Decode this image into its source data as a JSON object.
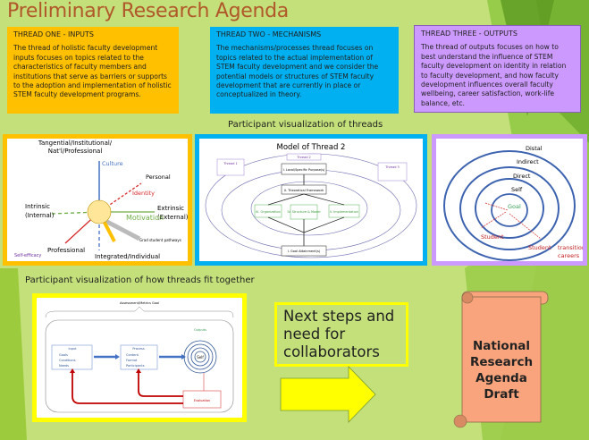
{
  "title": "Preliminary Research Agenda",
  "threads": [
    {
      "heading": "THREAD ONE - INPUTS",
      "body": "The thread of holistic faculty development inputs focuses on topics related to the characteristics of faculty members and institutions that serve as barriers or supports to the adoption and implementation of holistic STEM faculty development programs.",
      "color": "#ffc000"
    },
    {
      "heading": "THREAD TWO - MECHANISMS",
      "body": "The mechanisms/processes thread focuses on topics related to the actual implementation of STEM faculty development and we consider the potential models or structures of STEM faculty development that are currently in place or conceptualized in theory.",
      "color": "#00b0f0"
    },
    {
      "heading": "THREAD THREE - OUTPUTS",
      "body": "The thread of outputs focuses on  how to best understand the influence of STEM faculty development on identity in relation to faculty development, and how faculty development influences overall faculty wellbeing, career satisfaction, work-life balance, etc.",
      "color": "#cc99ff"
    }
  ],
  "caption_threads": "Participant visualization of threads",
  "caption_fit": "Participant visualization of how threads fit together",
  "viz1": {
    "top": "Tangential/Institutional/",
    "top2": "Nat'l/Professional",
    "culture": "Culture",
    "personal": "Personal",
    "identity": "Identity",
    "intrinsic": "Intrinsic",
    "internal": "(Internal)",
    "extrinsic": "Extrinsic",
    "external": "(External)",
    "motivation": "Motivation",
    "professional": "Professional",
    "bottom": "Integrated/Individual",
    "selfefficacy": "Self-efficacy",
    "grad": "Grad student pathways"
  },
  "viz2": {
    "title": "Model of Thread 2",
    "thread2": "Thread 2",
    "thread1": "Thread 1",
    "thread3": "Thread 3",
    "purpose": "I. Local/Specific Purpose(s)",
    "framework": "II. Theoretical Framework",
    "org": "III. Organization",
    "struct": "IV. Structure & Model",
    "impl": "V. Implementation",
    "goal": "I. Goal Attainment(s)"
  },
  "viz3": {
    "distal": "Distal",
    "indirect": "Indirect",
    "direct": "Direct",
    "self": "Self",
    "goal": "Goal",
    "student": "Student",
    "student2": "Student",
    "transition": "transition to",
    "careers": "careers"
  },
  "viz4": {
    "top": "Assessment/Metrics Goal",
    "outputs": "Outputs",
    "input": "Input",
    "input_items": [
      "Goals",
      "Conditions",
      "Needs"
    ],
    "process": "Process",
    "process_items": [
      "Content",
      "Format",
      "Participants"
    ],
    "self": "Self",
    "evaluation": "Evaluation"
  },
  "next_steps": "Next steps and need for collaborators",
  "scroll_text": [
    "National",
    "Research",
    "Agenda",
    "Draft"
  ]
}
